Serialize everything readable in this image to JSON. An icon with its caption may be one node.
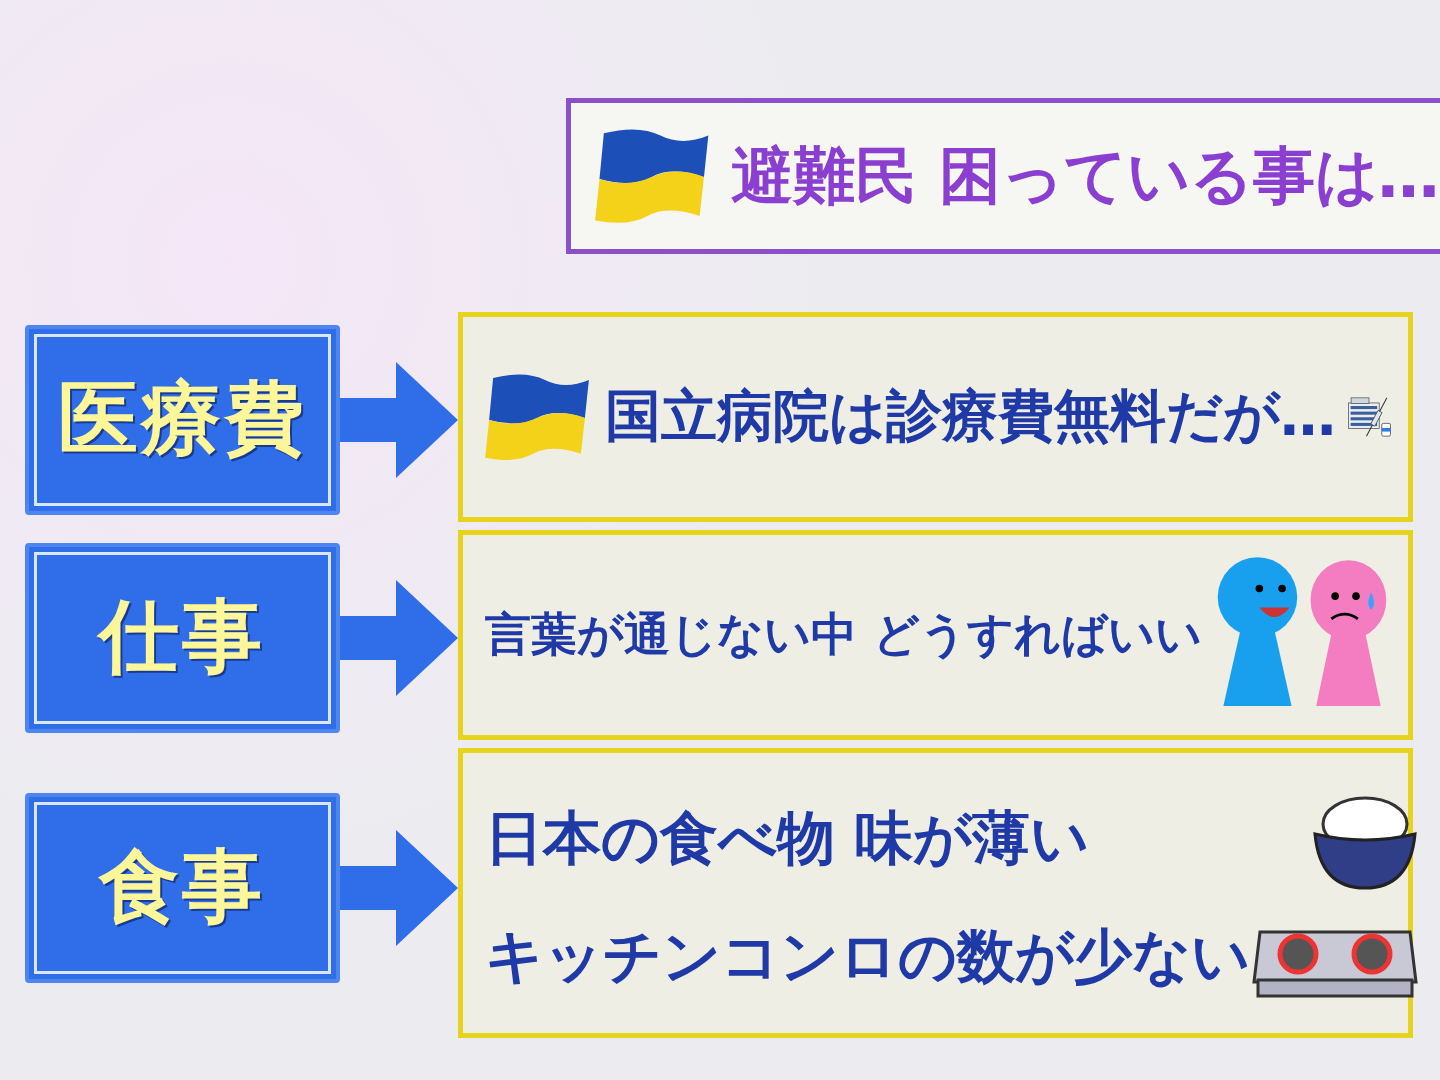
{
  "diagram": {
    "title": "避難民 困っている事は…",
    "nodes": [
      {
        "text": [
          "医療費"
        ]
      },
      {
        "text": [
          "仕事"
        ]
      },
      {
        "text": [
          "食事"
        ]
      },
      {
        "text": [
          "国立病院は診療費無料だが…"
        ]
      },
      {
        "text": [
          "言葉が通じない中 どうすればいい"
        ]
      },
      {
        "text": [
          "日本の食べ物 味が薄い",
          "キッチンコンロの数が少ない"
        ]
      }
    ],
    "edges": [
      {
        "from": 0,
        "to": 3,
        "arrow": "to"
      },
      {
        "from": 1,
        "to": 4,
        "arrow": "to"
      },
      {
        "from": 2,
        "to": 5,
        "arrow": "to"
      }
    ]
  }
}
